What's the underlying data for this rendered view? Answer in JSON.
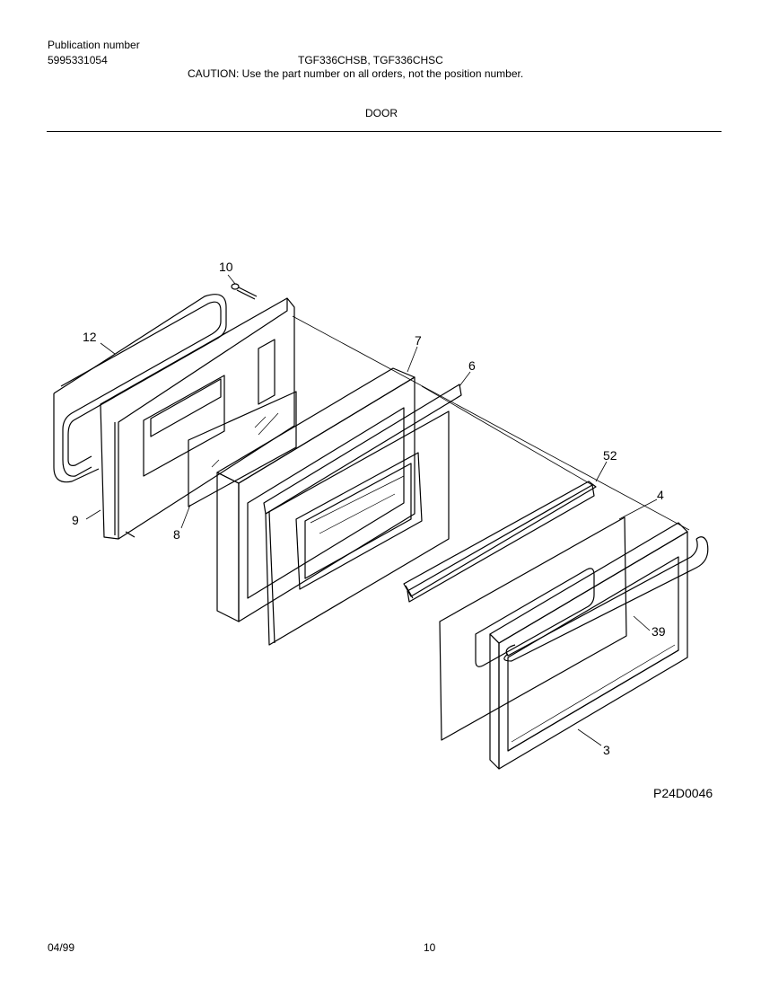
{
  "header": {
    "publication_label": "Publication number",
    "publication_number": "5995331054",
    "models": "TGF336CHSB, TGF336CHSC",
    "caution": "CAUTION:  Use the part number on all orders, not the position number.",
    "section_title": "DOOR"
  },
  "diagram": {
    "callouts": [
      "10",
      "12",
      "7",
      "6",
      "52",
      "4",
      "9",
      "8",
      "39",
      "3"
    ],
    "figure_code": "P24D0046"
  },
  "footer": {
    "date": "04/99",
    "page_number": "10"
  }
}
